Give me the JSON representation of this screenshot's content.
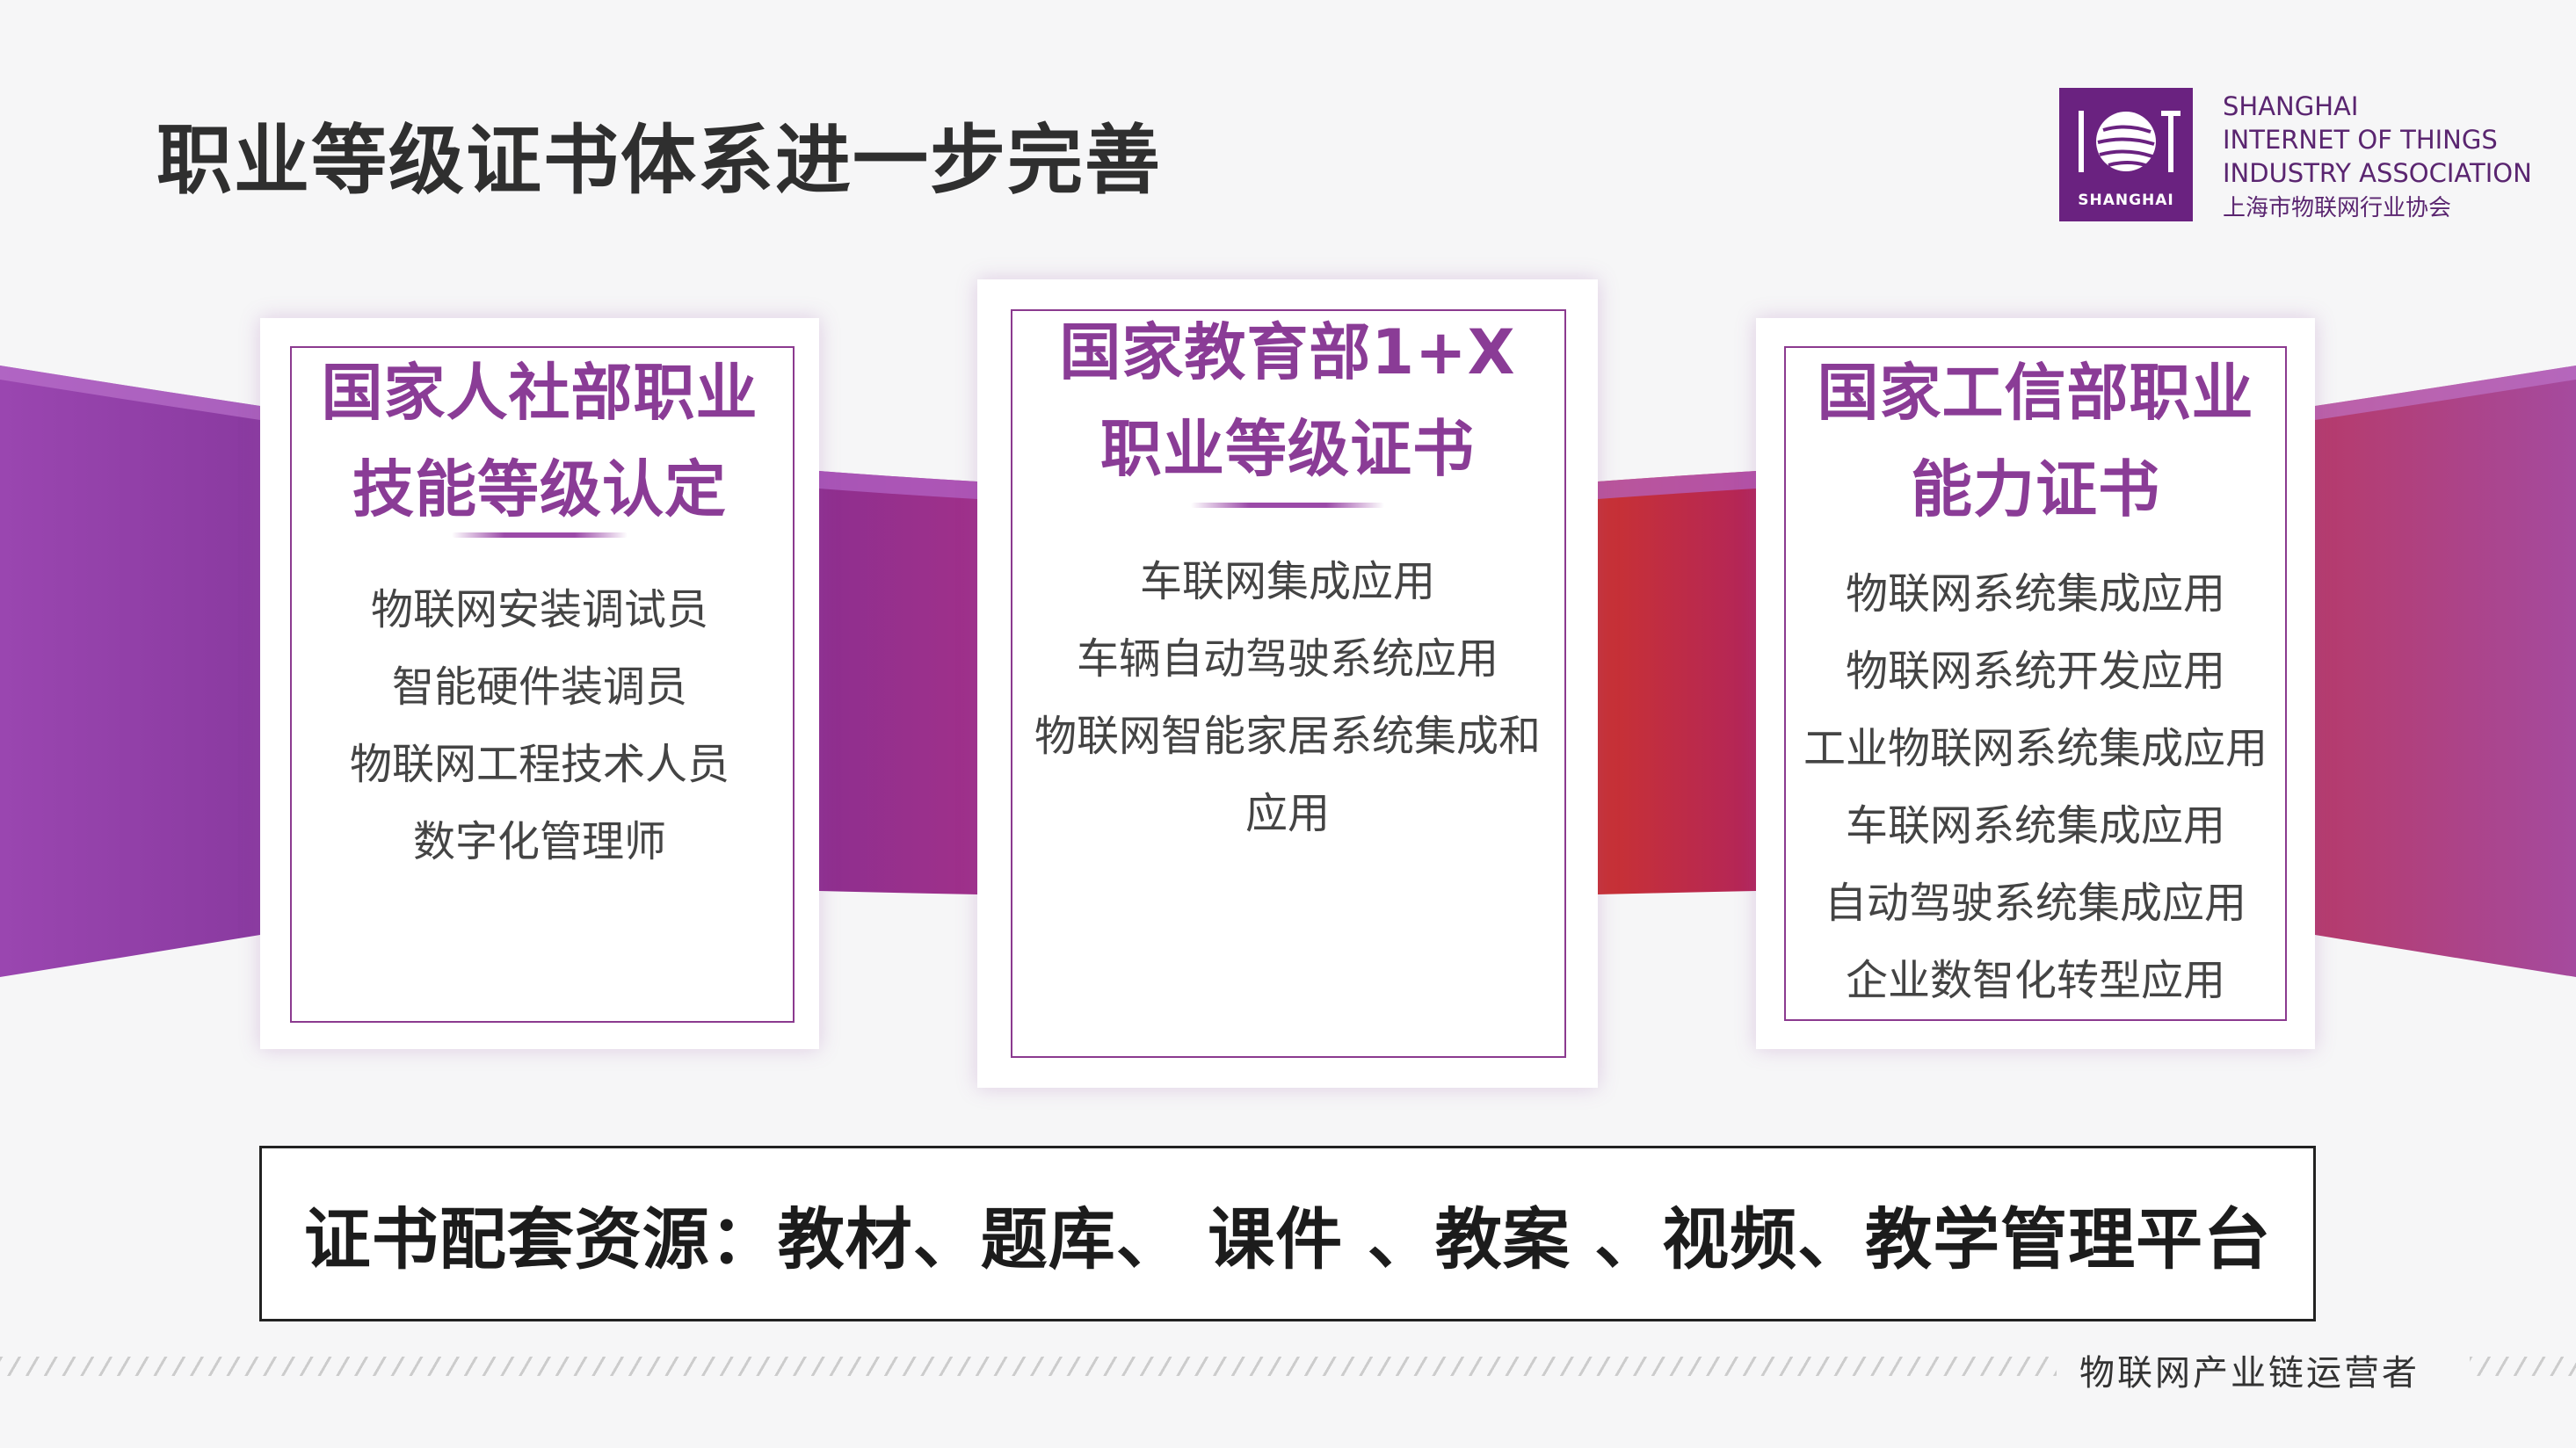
{
  "page_title": "职业等级证书体系进一步完善",
  "logo": {
    "mark_text": "IOT",
    "mark_sub": "SHANGHAI",
    "line1": "SHANGHAI",
    "line2": "INTERNET OF THINGS",
    "line3": "INDUSTRY ASSOCIATION",
    "line4": "上海市物联网行业协会"
  },
  "colors": {
    "accent_purple": "#8a3c96",
    "ribbon_purple": "#9b3ba6",
    "ribbon_red": "#c9302c",
    "logo_bg": "#6a2280"
  },
  "cards": [
    {
      "title_line1": "国家人社部职业",
      "title_line2": "技能等级认定",
      "items": [
        "物联网安装调试员",
        "智能硬件装调员",
        "物联网工程技术人员",
        "数字化管理师"
      ]
    },
    {
      "title_line1": "国家教育部1+X",
      "title_line2": "职业等级证书",
      "items": [
        "车联网集成应用",
        "车辆自动驾驶系统应用",
        "物联网智能家居系统集成和",
        "应用"
      ]
    },
    {
      "title_line1": "国家工信部职业",
      "title_line2": "能力证书",
      "items": [
        "物联网系统集成应用",
        "物联网系统开发应用",
        "工业物联网系统集成应用",
        "车联网系统集成应用",
        "自动驾驶系统集成应用",
        "企业数智化转型应用"
      ]
    }
  ],
  "resources_text": "证书配套资源：教材、题库、 课件 、教案 、视频、教学管理平台",
  "footer_text": "物联网产业链运营者"
}
